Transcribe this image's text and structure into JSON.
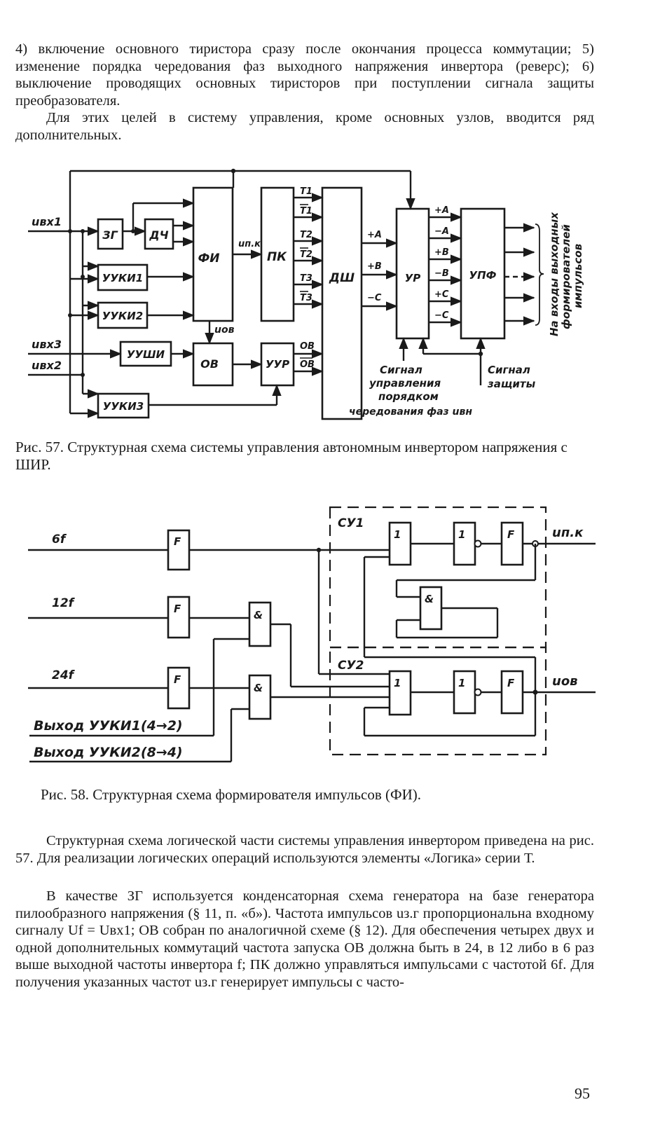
{
  "text": {
    "top_para1": "4) включение основного тиристора сразу после окончания процесса коммутации; 5) изменение порядка чередования фаз выходного напряжения инвертора (реверс); 6) выключение проводящих основных тиристоров при поступлении сигнала защиты преобразователя.",
    "top_para2": "Для этих целей в систему управления, кроме основных узлов, вводится ряд дополнительных.",
    "caption57": "Рис. 57. Структурная схема системы управления автономным инвертором напряжения с ШИР.",
    "caption58": "Рис. 58. Структурная схема формирователя импульсов (ФИ).",
    "body_para1": "Структурная схема логической части системы управления инвертором приведена на рис. 57. Для реализации логических операций используются элементы «Логика» серии Т.",
    "body_para2": "В качестве ЗГ используется конденсаторная схема генератора на базе генератора пилообразного напряжения (§ 11, п. «б»). Частота импульсов uз.г пропорциональна входному сигналу Uf = Uвх1; ОВ собран по аналогичной схеме (§ 12). Для обеспечения четырех двух и одной дополнительных коммутаций частота запуска ОВ должна быть в 24, в 12 либо в 6 раз выше выходной частоты инвертора f; ПК должно управляться импульсами с частотой 6f. Для получения указанных частот uз.г генерирует импульсы с часто-",
    "page_number": "95"
  },
  "fig57": {
    "inputs": {
      "uvx1": "uвх1",
      "uvx3": "uвх3",
      "uvx2": "uвх2"
    },
    "blocks": {
      "zg": "ЗГ",
      "dch": "ДЧ",
      "fi": "ФИ",
      "uuki1": "УУКИ1",
      "uuki2": "УУКИ2",
      "uushi": "УУШИ",
      "ov": "ОВ",
      "uuki3": "УУКИ3",
      "pk": "ПК",
      "uur": "УУР",
      "dsh": "ДШ",
      "ur": "УР",
      "upf": "УПФ"
    },
    "signals": {
      "upk": "uп.к",
      "uov": "uов",
      "t1": "T1",
      "t1n": "T1",
      "t2": "T2",
      "t2n": "T2",
      "t3": "T3",
      "t3n": "T3",
      "ov": "ОВ",
      "ovn": "ОВ",
      "pa": "+A",
      "pb": "+B",
      "mc": "−C",
      "ur_pa": "+A",
      "ur_ma": "−A",
      "ur_pb": "+B",
      "ur_mb": "−B",
      "ur_pc": "+C",
      "ur_mc": "−C"
    },
    "notes": {
      "order_l1": "Сигнал",
      "order_l2": "управления",
      "order_l3": "порядком",
      "order_l4": "чередования фаз uвн",
      "prot_l1": "Сигнал",
      "prot_l2": "защиты",
      "out_l1": "На входы выходных",
      "out_l2": "формирователей",
      "out_l3": "импульсов"
    }
  },
  "fig58": {
    "inputs": {
      "f6": "6f",
      "f12": "12f",
      "f24": "24f",
      "out1": "Выход УУКИ1(4→2)",
      "out2": "Выход УУКИ2(8→4)"
    },
    "groups": {
      "su1": "СУ1",
      "su2": "СУ2"
    },
    "gates": {
      "f": "F",
      "and": "&",
      "or": "1",
      "not": "1"
    },
    "outputs": {
      "upk": "uп.к",
      "uov": "uов"
    }
  }
}
